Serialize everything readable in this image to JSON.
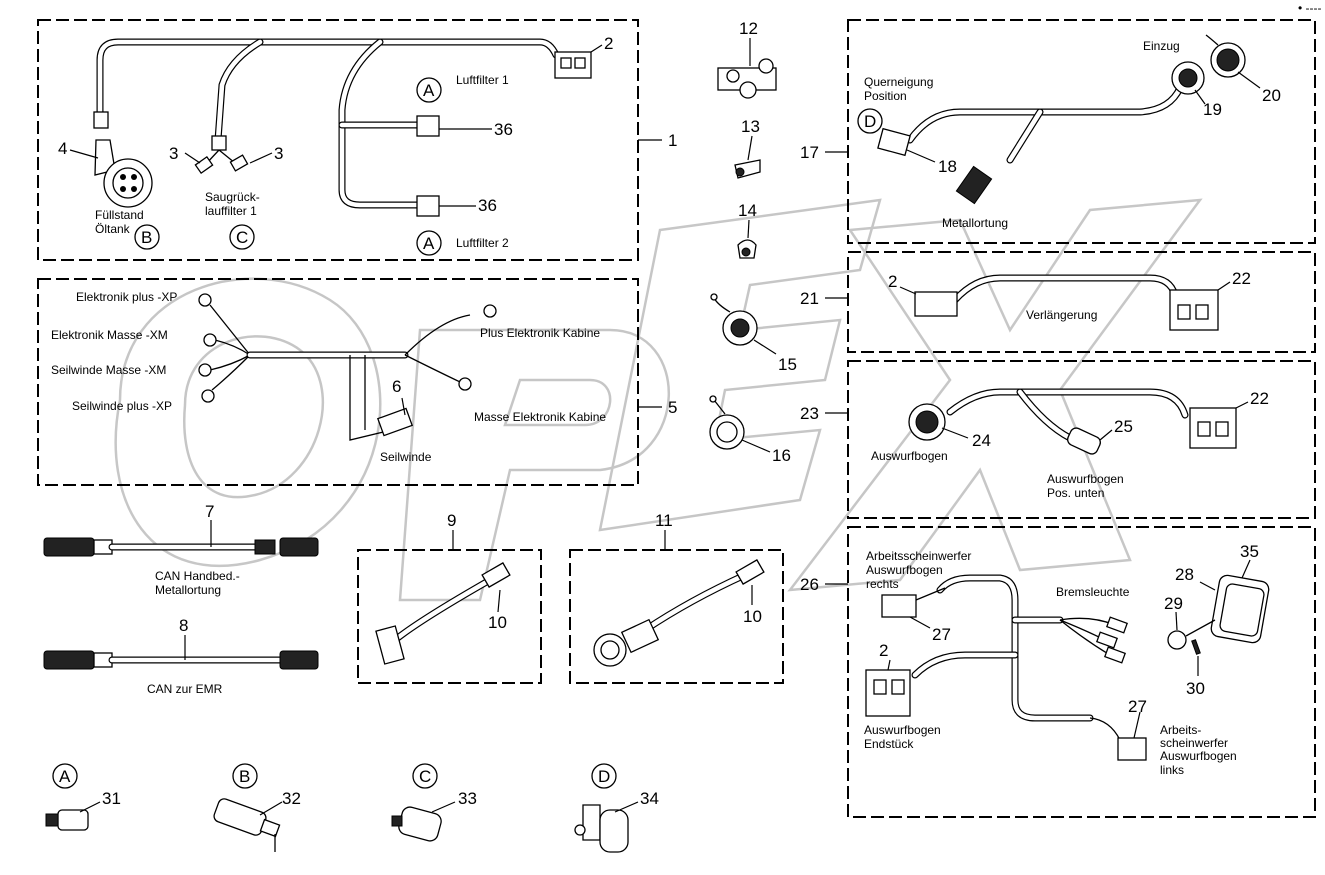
{
  "corner_mark": "• ----",
  "watermark": "OPEX",
  "groups": {
    "g1": {
      "number": "1",
      "parts": {
        "p2": "2",
        "p3a": "3",
        "p3b": "3",
        "p4": "4",
        "p36a": "36",
        "p36b": "36"
      },
      "labels": {
        "luftfilter1": "Luftfilter 1",
        "luftfilter2": "Luftfilter 2",
        "fuellstand_l1": "Füllstand",
        "fuellstand_l2": "Öltank",
        "saug_l1": "Saugrück-",
        "saug_l2": "lauffilter 1"
      },
      "circles": {
        "a1": "A",
        "a2": "A",
        "b": "B",
        "c": "C"
      }
    },
    "g5": {
      "number": "5",
      "parts": {
        "p6": "6"
      },
      "labels": {
        "elek_plus_xp": "Elektronik plus -XP",
        "elek_masse_xm": "Elektronik Masse -XM",
        "seil_masse_xm": "Seilwinde Masse -XM",
        "seil_plus_xp": "Seilwinde plus -XP",
        "plus_kabine": "Plus Elektronik Kabine",
        "masse_kabine": "Masse Elektronik Kabine",
        "seilwinde": "Seilwinde"
      }
    },
    "g7": {
      "number": "7",
      "label_l1": "CAN Handbed.-",
      "label_l2": "Metallortung"
    },
    "g8": {
      "number": "8",
      "label": "CAN zur EMR"
    },
    "g9": {
      "number": "9",
      "part": "10"
    },
    "g11": {
      "number": "11",
      "part": "10"
    },
    "g12": {
      "number": "12"
    },
    "g13": {
      "number": "13"
    },
    "g14": {
      "number": "14"
    },
    "g15": {
      "number": "15"
    },
    "g16": {
      "number": "16"
    },
    "g17": {
      "number": "17",
      "parts": {
        "p18": "18",
        "p19": "19",
        "p20": "20"
      },
      "labels": {
        "einzug": "Einzug",
        "quer_l1": "Querneigung",
        "quer_l2": "Position",
        "metallortung": "Metallortung"
      },
      "circle": "D"
    },
    "g21": {
      "number": "21",
      "parts": {
        "p2": "2",
        "p22": "22"
      },
      "label": "Verlängerung"
    },
    "g23": {
      "number": "23",
      "parts": {
        "p22": "22",
        "p24": "24",
        "p25": "25"
      },
      "labels": {
        "auswurfbogen": "Auswurfbogen",
        "pos_l1": "Auswurfbogen",
        "pos_l2": "Pos. unten"
      }
    },
    "g26": {
      "number": "26",
      "parts": {
        "p2": "2",
        "p27a": "27",
        "p27b": "27",
        "p28": "28",
        "p29": "29",
        "p30": "30",
        "p35": "35"
      },
      "labels": {
        "asw_rechts_l1": "Arbeitsscheinwerfer",
        "asw_rechts_l2": "Auswurfbogen",
        "asw_rechts_l3": "rechts",
        "brems": "Bremsleuchte",
        "end_l1": "Auswurfbogen",
        "end_l2": "Endstück",
        "asw_links_l1": "Arbeits-",
        "asw_links_l2": "scheinwerfer",
        "asw_links_l3": "Auswurfbogen",
        "asw_links_l4": "links"
      }
    }
  },
  "bottom": [
    {
      "circle": "A",
      "number": "31"
    },
    {
      "circle": "B",
      "number": "32"
    },
    {
      "circle": "C",
      "number": "33"
    },
    {
      "circle": "D",
      "number": "34"
    }
  ]
}
